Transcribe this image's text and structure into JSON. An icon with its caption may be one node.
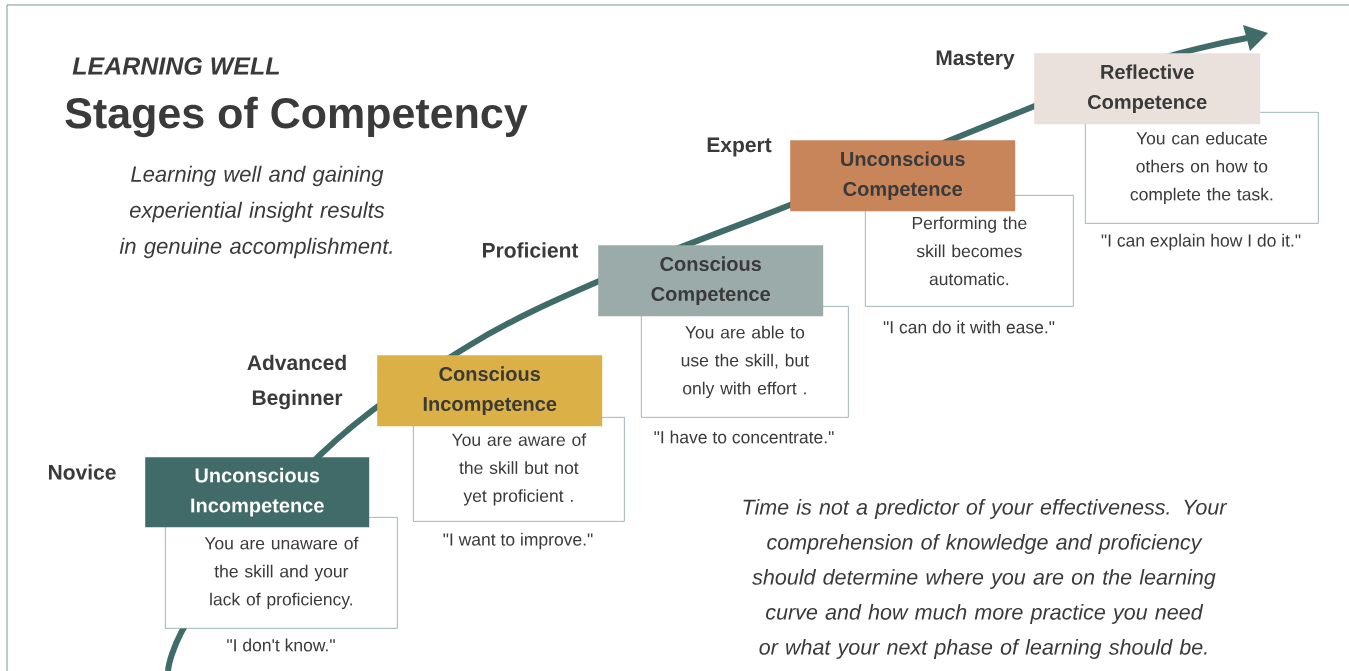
{
  "diagram": {
    "title": "Stages of Competency",
    "nodes": [
      {
        "text": [
          "Unconscious Incompetence"
        ]
      },
      {
        "text": [
          "You are unaware of the skill and your lack of proficiency."
        ],
        "beside": [
          "\"I don't know.\""
        ]
      },
      {
        "text": [
          "Conscious Incompetence"
        ]
      },
      {
        "text": [
          "You are aware of the skill but not yet proficient ."
        ],
        "beside": [
          "\"I want to improve.\""
        ]
      },
      {
        "text": [
          "Conscious Competence"
        ]
      },
      {
        "text": [
          "You are able to use the skill, but only with effort ."
        ],
        "beside": [
          "\"I have to concentrate.\""
        ]
      },
      {
        "text": [
          "Unconscious Competence"
        ]
      },
      {
        "text": [
          "Performing the skill becomes automatic."
        ],
        "beside": [
          "\"I can do it with ease.\""
        ]
      },
      {
        "text": [
          "Reflective Competence"
        ]
      },
      {
        "text": [
          "You can educate others on how to complete the task."
        ],
        "beside": [
          "\"I can explain how I do it.\""
        ]
      }
    ],
    "labels": [
      "LEARNING WELL",
      "Learning well and gaining experiential insight results in genuine accomplishment.",
      "Mastery",
      "Expert",
      "Proficient",
      "Advanced Beginner",
      "Novice",
      "Time is not a predictor of your effectiveness. Your comprehension of knowledge and proficiency should determine where you are on the learning curve and how much more practice you need or what your next phase of learning should be."
    ]
  }
}
